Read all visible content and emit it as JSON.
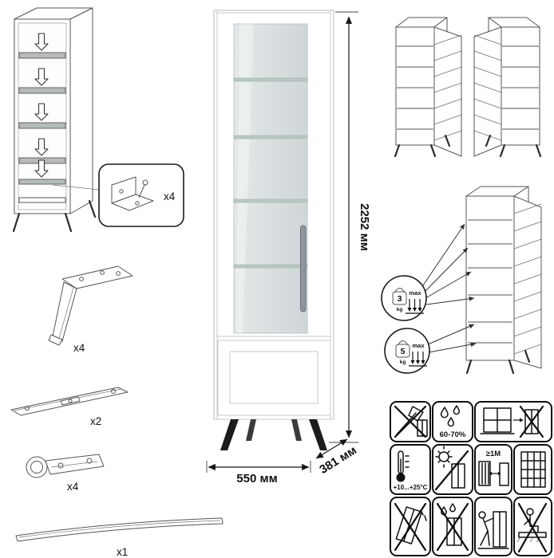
{
  "meta": {
    "type": "furniture-assembly-instruction-sheet"
  },
  "dimensions": {
    "height": "2252 мм",
    "width": "550 мм",
    "depth": "381 мм"
  },
  "parts": {
    "shelf_bracket_qty": "x4",
    "leg_qty": "x4",
    "rail_qty": "x2",
    "hinge_qty": "x4",
    "handle_qty": "x1"
  },
  "load_limits": {
    "glass_shelf": {
      "value": "3",
      "unit": "kg",
      "max": "max"
    },
    "bottom_shelf": {
      "value": "5",
      "unit": "kg",
      "max": "max"
    }
  },
  "care": {
    "humidity": "60-70%",
    "temperature": "+10...+25°C",
    "distance": "≥1M"
  },
  "colors": {
    "line": "#555555",
    "glass": "#dde2e3",
    "glass_shelf": "#b9c8c1",
    "handle": "#8f979c",
    "leg": "#1b1c1e"
  }
}
